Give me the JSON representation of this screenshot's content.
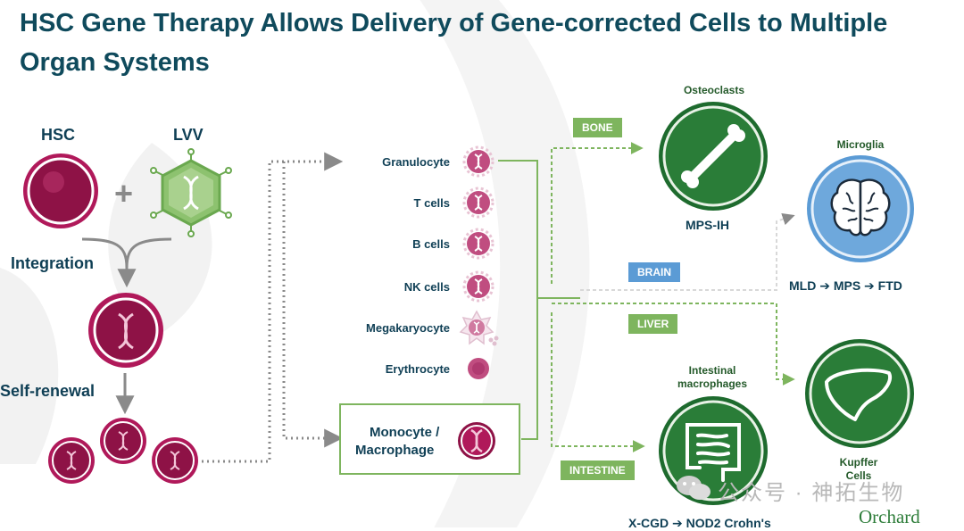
{
  "title": "HSC Gene Therapy Allows Delivery of Gene-corrected Cells to Multiple Organ Systems",
  "left": {
    "hsc": "HSC",
    "lvv": "LVV",
    "plus": "+",
    "integration": "Integration",
    "self_renewal": "Self-renewal"
  },
  "cells": {
    "granulocyte": "Granulocyte",
    "t_cells": "T cells",
    "b_cells": "B cells",
    "nk_cells": "NK cells",
    "megakaryocyte": "Megakaryocyte",
    "erythrocyte": "Erythrocyte",
    "monocyte": "Monocyte /",
    "macrophage": "Macrophage"
  },
  "tags": {
    "bone": "BONE",
    "brain": "BRAIN",
    "liver": "LIVER",
    "intestine": "INTESTINE"
  },
  "organs": {
    "osteoclasts": "Osteoclasts",
    "microglia": "Microglia",
    "intestinal_1": "Intestinal",
    "intestinal_2": "macrophages",
    "kupffer_1": "Kupffer",
    "kupffer_2": "Cells"
  },
  "diseases": {
    "bone": "MPS-IH",
    "brain": "MLD ➔ MPS ➔ FTD",
    "intestine": "X-CGD ➔ NOD2 Crohn's"
  },
  "watermark": "公众号 · 神拓生物",
  "logo": "Orchard",
  "colors": {
    "title": "#0f4a5c",
    "cell_magenta": "#a3174f",
    "organ_green": "#1e6b2e",
    "brain_blue": "#5b9bd5",
    "tag_green": "#7eb55e"
  }
}
